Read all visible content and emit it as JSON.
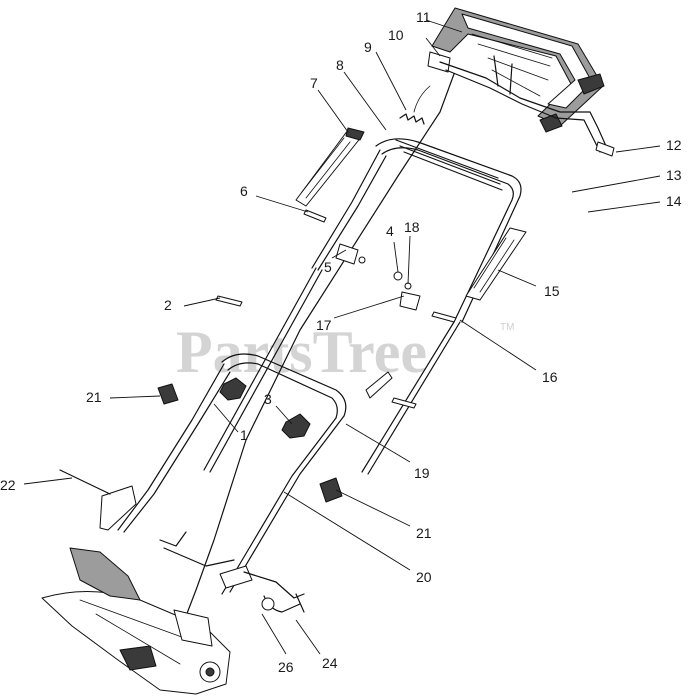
{
  "watermark": {
    "text": "PartsTree",
    "trademark": "TM"
  },
  "callouts": [
    {
      "id": "1",
      "label": "1"
    },
    {
      "id": "2",
      "label": "2"
    },
    {
      "id": "3",
      "label": "3"
    },
    {
      "id": "4",
      "label": "4"
    },
    {
      "id": "5",
      "label": "5"
    },
    {
      "id": "6",
      "label": "6"
    },
    {
      "id": "7",
      "label": "7"
    },
    {
      "id": "8",
      "label": "8"
    },
    {
      "id": "9",
      "label": "9"
    },
    {
      "id": "10",
      "label": "10"
    },
    {
      "id": "11",
      "label": "11"
    },
    {
      "id": "12",
      "label": "12"
    },
    {
      "id": "13",
      "label": "13"
    },
    {
      "id": "14",
      "label": "14"
    },
    {
      "id": "15",
      "label": "15"
    },
    {
      "id": "16",
      "label": "16"
    },
    {
      "id": "17",
      "label": "17"
    },
    {
      "id": "18",
      "label": "18"
    },
    {
      "id": "19",
      "label": "19"
    },
    {
      "id": "20",
      "label": "20"
    },
    {
      "id": "21a",
      "label": "21"
    },
    {
      "id": "21b",
      "label": "21"
    },
    {
      "id": "22",
      "label": "22"
    },
    {
      "id": "24",
      "label": "24"
    },
    {
      "id": "26",
      "label": "26"
    }
  ]
}
